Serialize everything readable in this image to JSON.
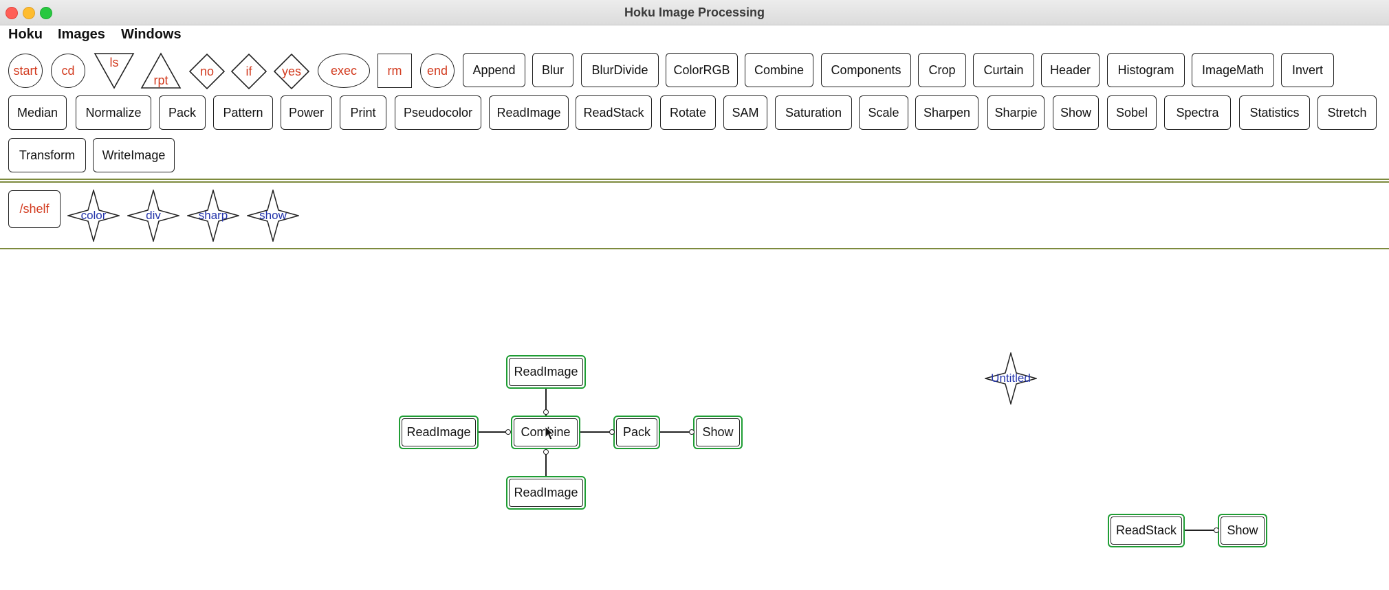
{
  "window": {
    "title": "Hoku Image Processing"
  },
  "menubar": {
    "items": [
      "Hoku",
      "Images",
      "Windows"
    ]
  },
  "controls": {
    "start": "start",
    "cd": "cd",
    "ls": "ls",
    "rpt": "rpt",
    "no": "no",
    "if": "if",
    "yes": "yes",
    "exec": "exec",
    "rm": "rm",
    "end": "end"
  },
  "tools": {
    "row1": [
      "Append",
      "Blur",
      "BlurDivide",
      "ColorRGB",
      "Combine",
      "Components",
      "Crop",
      "Curtain",
      "Header",
      "Histogram",
      "ImageMath",
      "Invert"
    ],
    "row2": [
      "Median",
      "Normalize",
      "Pack",
      "Pattern",
      "Power",
      "Print",
      "Pseudocolor",
      "ReadImage",
      "ReadStack",
      "Rotate",
      "SAM",
      "Saturation",
      "Scale",
      "Sharpen",
      "Sharpie",
      "Show",
      "Sobel",
      "Spectra",
      "Statistics",
      "Stretch"
    ],
    "row3": [
      "Transform",
      "WriteImage"
    ]
  },
  "shelf": {
    "path": "/shelf",
    "items": [
      "color",
      "div",
      "sharp",
      "show"
    ]
  },
  "canvas": {
    "nodes": {
      "read_top": "ReadImage",
      "read_left": "ReadImage",
      "combine": "Combine",
      "pack": "Pack",
      "show1": "Show",
      "read_bottom": "ReadImage",
      "readstack": "ReadStack",
      "show2": "Show"
    },
    "untitled": "Untitled"
  },
  "colors": {
    "control_text": "#d23a1e",
    "macro_text": "#2233aa",
    "node_border": "#1f9d34",
    "divider": "#7d8a3d"
  }
}
